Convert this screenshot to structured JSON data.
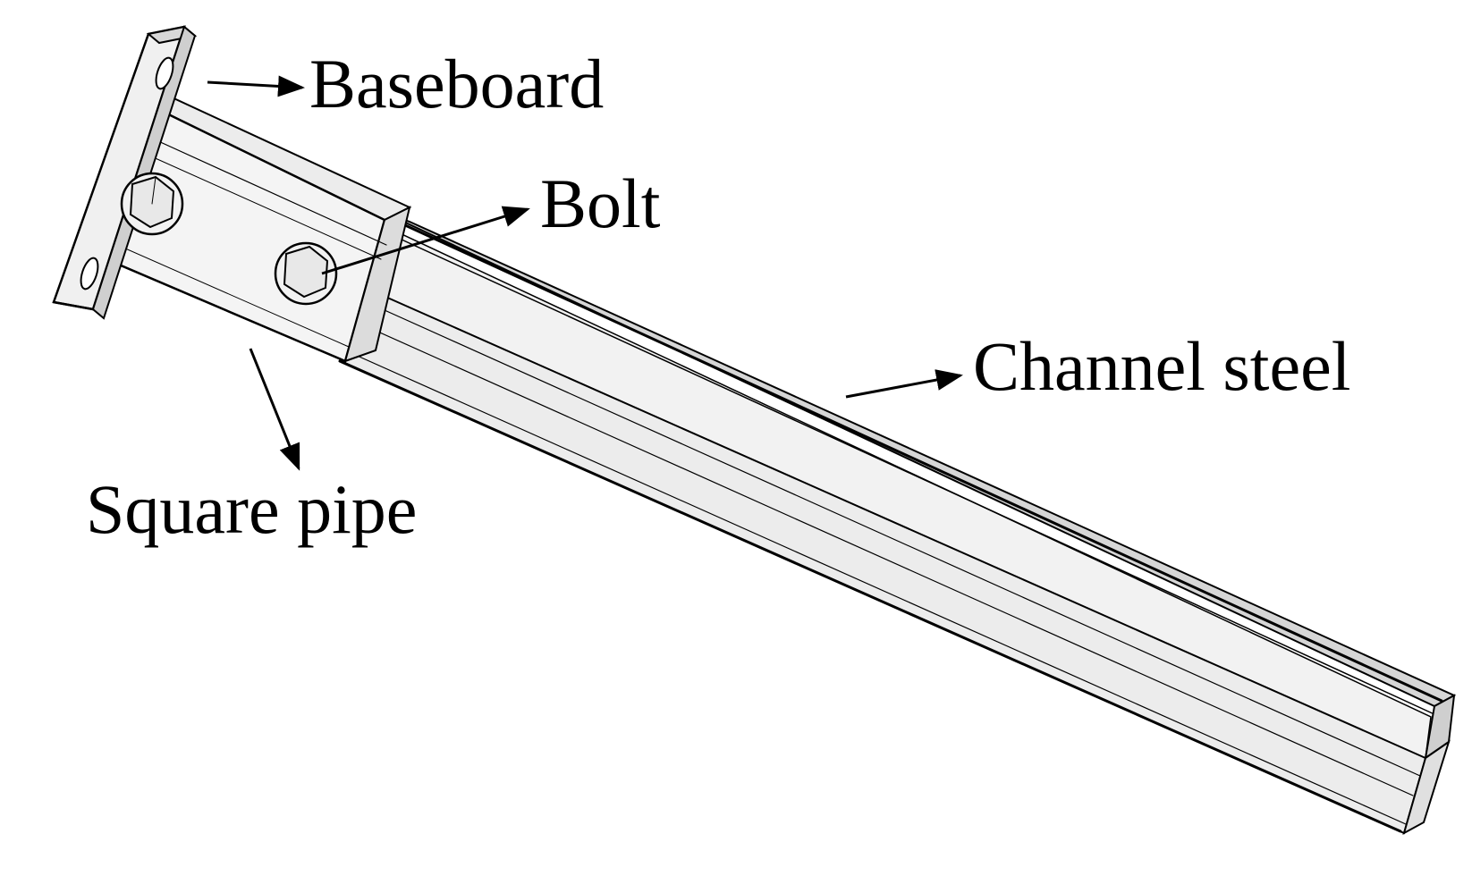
{
  "labels": {
    "baseboard": "Baseboard",
    "bolt": "Bolt",
    "channel_steel": "Channel steel",
    "square_pipe": "Square pipe"
  },
  "colors": {
    "line": "#000000",
    "face_light": "#f4f4f4",
    "face_mid": "#e6e6e6",
    "face_dark": "#cfcfcf",
    "background": "#ffffff"
  }
}
